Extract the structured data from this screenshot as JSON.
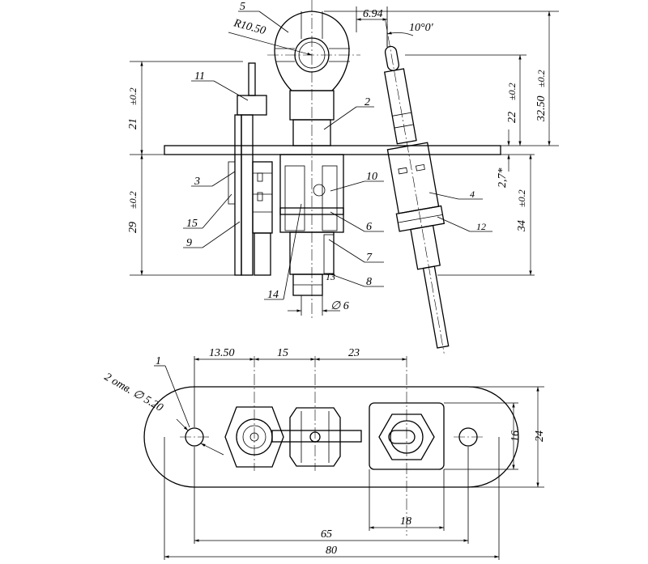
{
  "top_view": {
    "callouts": [
      "5",
      "2",
      "11",
      "3",
      "15",
      "9",
      "10",
      "6",
      "7",
      "8",
      "14",
      "13",
      "4",
      "12"
    ],
    "dimensions": {
      "radius": "R10.50",
      "offset": "6.94",
      "angle": "10°0′",
      "h21": "21",
      "h21_tol": "±0.2",
      "h29": "29",
      "h29_tol": "±0.2",
      "h22": "22",
      "h22_tol": "±0.2",
      "h32": "32.50",
      "h32_tol": "±0.2",
      "h27": "2,7*",
      "h34": "34",
      "h34_tol": "±0.2",
      "dia6": "∅ 6"
    }
  },
  "bottom_view": {
    "callout": "1",
    "holes_note": "2 отв. ∅ 5.20",
    "dimensions": {
      "d1350": "13.50",
      "d15": "15",
      "d23": "23",
      "d18": "18",
      "d65": "65",
      "d80": "80",
      "d16": "16",
      "d24": "24"
    }
  }
}
